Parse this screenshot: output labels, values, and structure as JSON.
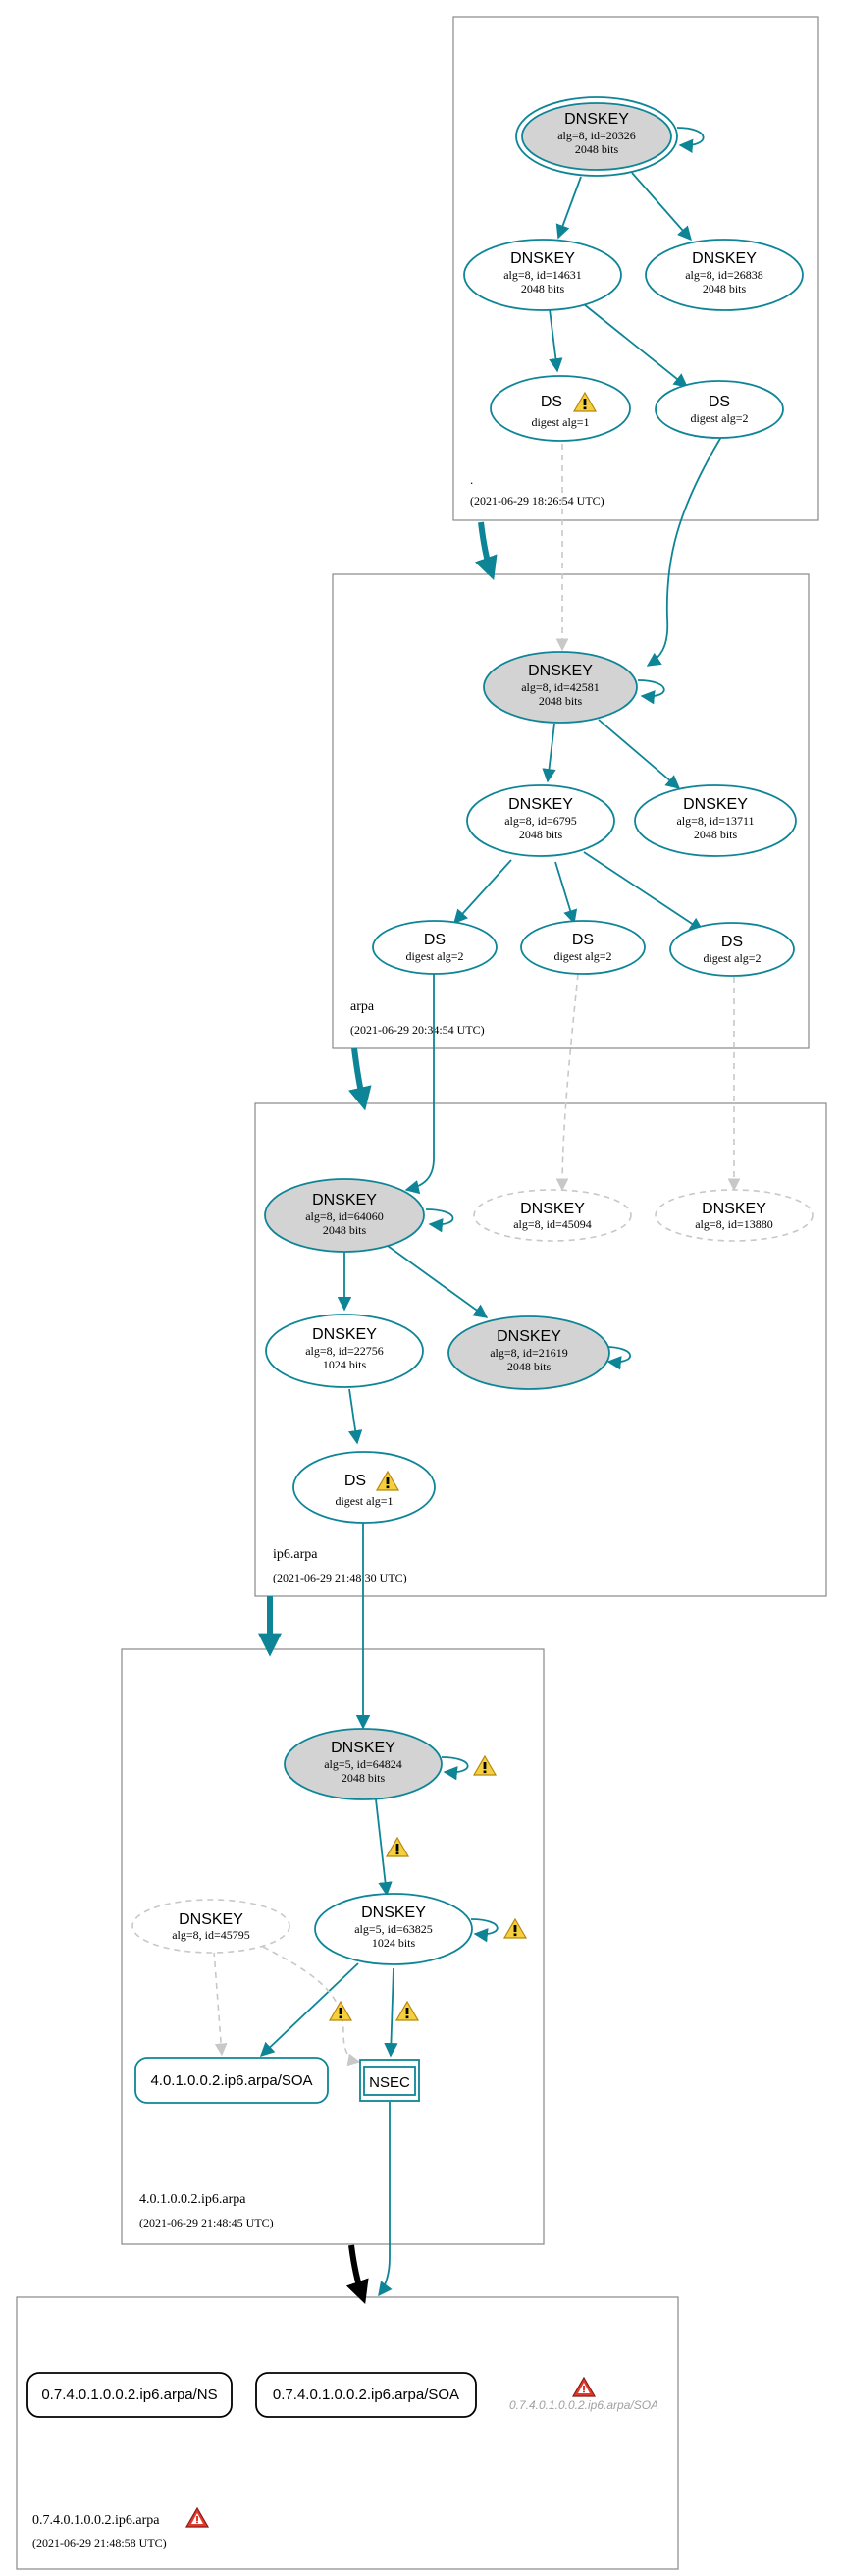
{
  "zones": {
    "root": {
      "name": ".",
      "timestamp": "(2021-06-29 18:26:54 UTC)"
    },
    "arpa": {
      "name": "arpa",
      "timestamp": "(2021-06-29 20:34:54 UTC)"
    },
    "ip6": {
      "name": "ip6.arpa",
      "timestamp": "(2021-06-29 21:48:30 UTC)"
    },
    "ip4010": {
      "name": "4.0.1.0.0.2.ip6.arpa",
      "timestamp": "(2021-06-29 21:48:45 UTC)"
    },
    "ip7401": {
      "name": "0.7.4.0.1.0.0.2.ip6.arpa",
      "timestamp": "(2021-06-29 21:48:58 UTC)"
    }
  },
  "nodes": {
    "root_ksk": {
      "title": "DNSKEY",
      "line1": "alg=8, id=20326",
      "line2": "2048 bits"
    },
    "root_zsk1": {
      "title": "DNSKEY",
      "line1": "alg=8, id=14631",
      "line2": "2048 bits"
    },
    "root_zsk2": {
      "title": "DNSKEY",
      "line1": "alg=8, id=26838",
      "line2": "2048 bits"
    },
    "root_ds1": {
      "title": "DS",
      "line1": "digest alg=1"
    },
    "root_ds2": {
      "title": "DS",
      "line1": "digest alg=2"
    },
    "arpa_ksk": {
      "title": "DNSKEY",
      "line1": "alg=8, id=42581",
      "line2": "2048 bits"
    },
    "arpa_zsk1": {
      "title": "DNSKEY",
      "line1": "alg=8, id=6795",
      "line2": "2048 bits"
    },
    "arpa_zsk2": {
      "title": "DNSKEY",
      "line1": "alg=8, id=13711",
      "line2": "2048 bits"
    },
    "arpa_ds1": {
      "title": "DS",
      "line1": "digest alg=2"
    },
    "arpa_ds2": {
      "title": "DS",
      "line1": "digest alg=2"
    },
    "arpa_ds3": {
      "title": "DS",
      "line1": "digest alg=2"
    },
    "ip6_ksk": {
      "title": "DNSKEY",
      "line1": "alg=8, id=64060",
      "line2": "2048 bits"
    },
    "ip6_missing1": {
      "title": "DNSKEY",
      "line1": "alg=8, id=45094"
    },
    "ip6_missing2": {
      "title": "DNSKEY",
      "line1": "alg=8, id=13880"
    },
    "ip6_zsk1": {
      "title": "DNSKEY",
      "line1": "alg=8, id=22756",
      "line2": "1024 bits"
    },
    "ip6_zsk2": {
      "title": "DNSKEY",
      "line1": "alg=8, id=21619",
      "line2": "2048 bits"
    },
    "ip6_ds": {
      "title": "DS",
      "line1": "digest alg=1"
    },
    "z4_ksk": {
      "title": "DNSKEY",
      "line1": "alg=5, id=64824",
      "line2": "2048 bits"
    },
    "z4_missing": {
      "title": "DNSKEY",
      "line1": "alg=8, id=45795"
    },
    "z4_zsk": {
      "title": "DNSKEY",
      "line1": "alg=5, id=63825",
      "line2": "1024 bits"
    },
    "z4_soa": {
      "label": "4.0.1.0.0.2.ip6.arpa/SOA"
    },
    "z4_nsec": {
      "label": "NSEC"
    },
    "z5_ns": {
      "label": "0.7.4.0.1.0.0.2.ip6.arpa/NS"
    },
    "z5_soa": {
      "label": "0.7.4.0.1.0.0.2.ip6.arpa/SOA"
    },
    "z5_soa_missing": {
      "label": "0.7.4.0.1.0.0.2.ip6.arpa/SOA"
    }
  },
  "colors": {
    "edge": "#0e8597",
    "node_border": "#0e8597",
    "ksk_fill": "#d3d3d3",
    "missing": "#c8c8c8",
    "zone_border": "#888888",
    "warning_fill": "#f4d03f",
    "error_fill": "#e03a2f",
    "delegation_black": "#000000"
  }
}
